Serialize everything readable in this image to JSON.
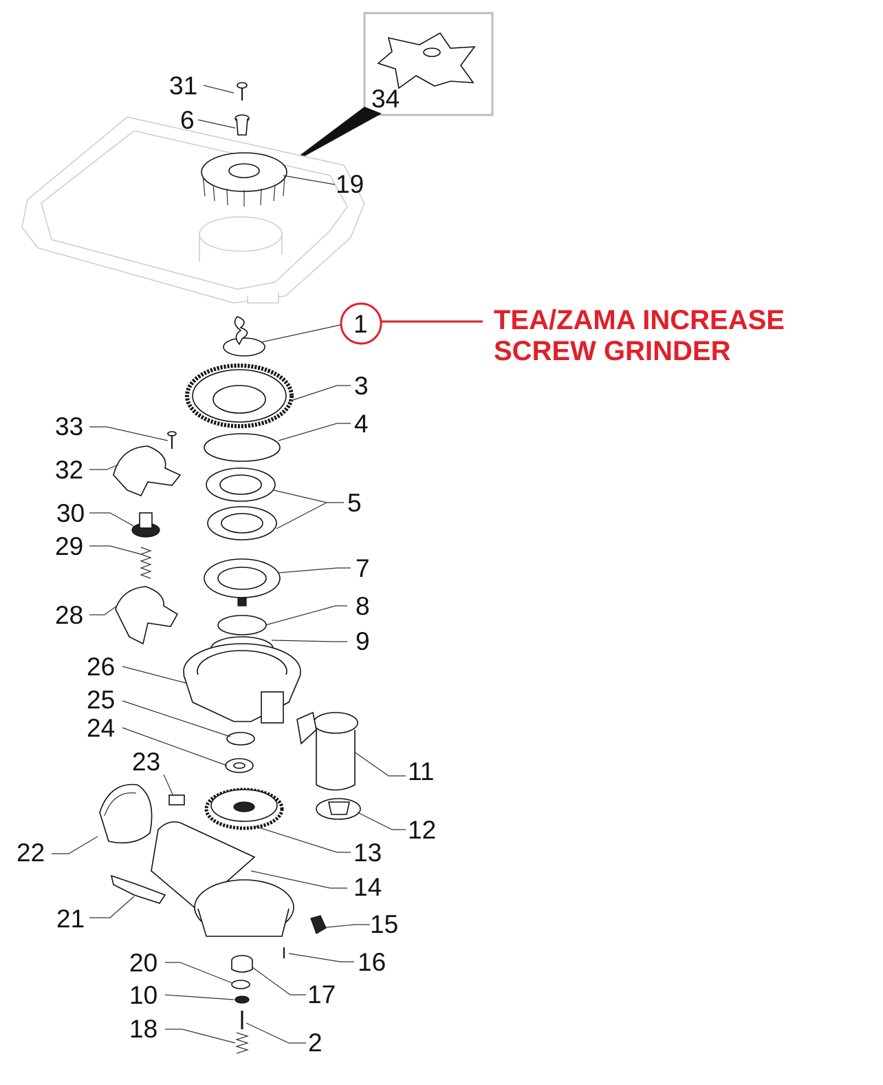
{
  "callout": {
    "line1": "TEA/ZAMA INCREASE",
    "line2": "SCREW GRINDER",
    "color": "#e0202a"
  },
  "labels": {
    "p1": "1",
    "p2": "2",
    "p3": "3",
    "p4": "4",
    "p5": "5",
    "p6": "6",
    "p7": "7",
    "p8": "8",
    "p9": "9",
    "p10": "10",
    "p11": "11",
    "p12": "12",
    "p13": "13",
    "p14": "14",
    "p15": "15",
    "p16": "16",
    "p17": "17",
    "p18": "18",
    "p19": "19",
    "p20": "20",
    "p21": "21",
    "p22": "22",
    "p23": "23",
    "p24": "24",
    "p25": "25",
    "p26": "26",
    "p28": "28",
    "p29": "29",
    "p30": "30",
    "p31": "31",
    "p32": "32",
    "p33": "33",
    "p34": "34"
  }
}
